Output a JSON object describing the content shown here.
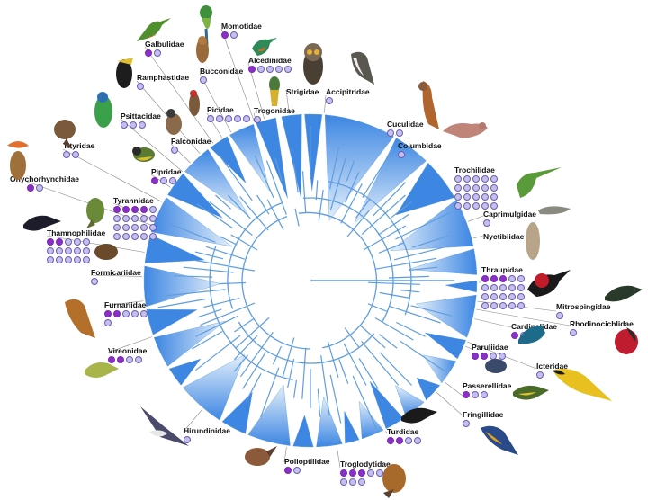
{
  "figure": {
    "families": [
      {
        "id": "cuculidae",
        "name": "Cuculidae",
        "on": 0,
        "off": 2
      },
      {
        "id": "columbidae",
        "name": "Columbidae",
        "on": 0,
        "off": 1
      },
      {
        "id": "trochilidae",
        "name": "Trochilidae",
        "on": 0,
        "off": 20
      },
      {
        "id": "caprimulgidae",
        "name": "Caprimulgidae",
        "on": 0,
        "off": 1
      },
      {
        "id": "nyctibiidae",
        "name": "Nyctibiidae",
        "on": 0,
        "off": 0
      },
      {
        "id": "thraupidae",
        "name": "Thraupidae",
        "on": 3,
        "off": 17
      },
      {
        "id": "mitrospingidae",
        "name": "Mitrospingidae",
        "on": 0,
        "off": 1
      },
      {
        "id": "rhodinocichlidae",
        "name": "Rhodinocichlidae",
        "on": 0,
        "off": 1
      },
      {
        "id": "cardinalidae",
        "name": "Cardinalidae",
        "on": 1,
        "off": 1
      },
      {
        "id": "paruliidae",
        "name": "Paruliidae",
        "on": 2,
        "off": 2
      },
      {
        "id": "icteridae",
        "name": "Icteridae",
        "on": 0,
        "off": 1
      },
      {
        "id": "passerellidae",
        "name": "Passerellidae",
        "on": 1,
        "off": 2
      },
      {
        "id": "fringillidae",
        "name": "Fringillidae",
        "on": 0,
        "off": 1
      },
      {
        "id": "turdidae",
        "name": "Turdidae",
        "on": 2,
        "off": 2
      },
      {
        "id": "troglodytidae",
        "name": "Troglodytidae",
        "on": 3,
        "off": 5
      },
      {
        "id": "polioptilidae",
        "name": "Polioptilidae",
        "on": 1,
        "off": 1
      },
      {
        "id": "hirundinidae",
        "name": "Hirundinidae",
        "on": 0,
        "off": 1
      },
      {
        "id": "vireonidae",
        "name": "Vireonidae",
        "on": 2,
        "off": 2
      },
      {
        "id": "furnariidae",
        "name": "Furnariidae",
        "on": 2,
        "off": 4
      },
      {
        "id": "formicariidae",
        "name": "Formicariidae",
        "on": 0,
        "off": 1
      },
      {
        "id": "thamnophilidae",
        "name": "Thamnophilidae",
        "on": 2,
        "off": 13
      },
      {
        "id": "tyrannidae",
        "name": "Tyrannidae",
        "on": 4,
        "off": 16
      },
      {
        "id": "onychorhynchidae",
        "name": "Onychorhynchidae",
        "on": 1,
        "off": 1
      },
      {
        "id": "tityridae",
        "name": "Tityridae",
        "on": 0,
        "off": 2
      },
      {
        "id": "pipridae",
        "name": "Pipridae",
        "on": 1,
        "off": 2
      },
      {
        "id": "falconidae",
        "name": "Falconidae",
        "on": 0,
        "off": 1
      },
      {
        "id": "psittacidae",
        "name": "Psittacidae",
        "on": 0,
        "off": 3
      },
      {
        "id": "picidae",
        "name": "Picidae",
        "on": 0,
        "off": 5
      },
      {
        "id": "ramphastidae",
        "name": "Ramphastidae",
        "on": 0,
        "off": 1
      },
      {
        "id": "bucconidae",
        "name": "Bucconidae",
        "on": 0,
        "off": 1
      },
      {
        "id": "galbulidae",
        "name": "Galbulidae",
        "on": 1,
        "off": 1
      },
      {
        "id": "momotidae",
        "name": "Momotidae",
        "on": 1,
        "off": 1
      },
      {
        "id": "alcedinidae",
        "name": "Alcedinidae",
        "on": 1,
        "off": 4
      },
      {
        "id": "strigidae",
        "name": "Strigidae",
        "on": 0,
        "off": 0
      },
      {
        "id": "accipitridae",
        "name": "Accipitridae",
        "on": 0,
        "off": 1
      },
      {
        "id": "trogonidae",
        "name": "Trogonidae",
        "on": 0,
        "off": 1
      }
    ],
    "colors": {
      "clade": "#3d86e2",
      "clade_light": "#cfe5f8",
      "branch": "#5f9ddf",
      "dot_on": "#8b2fc9",
      "dot_off": "#c3c0ee",
      "leader": "#888888"
    }
  }
}
